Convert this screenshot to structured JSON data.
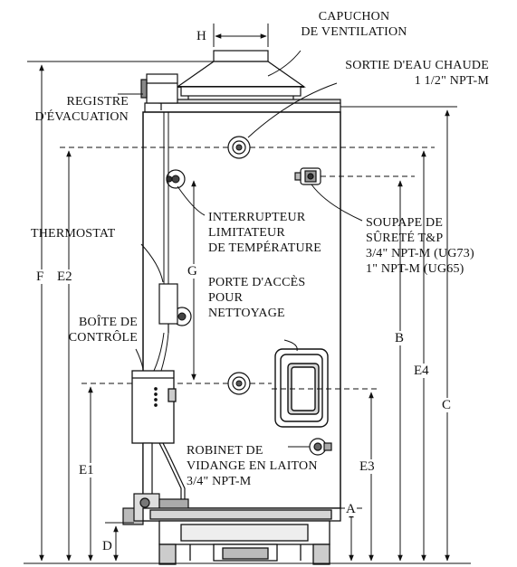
{
  "labels": {
    "capuchon_line1": "CAPUCHON",
    "capuchon_line2": "DE VENTILATION",
    "sortie_line1": "SORTIE D'EAU CHAUDE",
    "sortie_line2": "1 1/2\" NPT-M",
    "registre_line1": "REGISTRE",
    "registre_line2": "D'ÉVACUATION",
    "interrupteur_line1": "INTERRUPTEUR",
    "interrupteur_line2": "LIMITATEUR",
    "interrupteur_line3": "DE TEMPÉRATURE",
    "soupape_line1": "SOUPAPE DE",
    "soupape_line2": "SÛRETÉ T&P",
    "soupape_line3": "3/4\" NPT-M (UG73)",
    "soupape_line4": "1\" NPT-M (UG65)",
    "thermostat": "THERMOSTAT",
    "porte_line1": "PORTE D'ACCÈS",
    "porte_line2": "POUR",
    "porte_line3": "NETTOYAGE",
    "boite_line1": "BOÎTE DE",
    "boite_line2": "CONTRÔLE",
    "robinet_line1": "ROBINET DE",
    "robinet_line2": "VIDANGE EN LAITON",
    "robinet_line3": "3/4\" NPT-M"
  },
  "dimensions": {
    "h": "H",
    "f": "F",
    "e2": "E2",
    "g": "G",
    "b": "B",
    "e4": "E4",
    "c": "C",
    "e1": "E1",
    "e3": "E3",
    "a": "A",
    "d": "D"
  }
}
